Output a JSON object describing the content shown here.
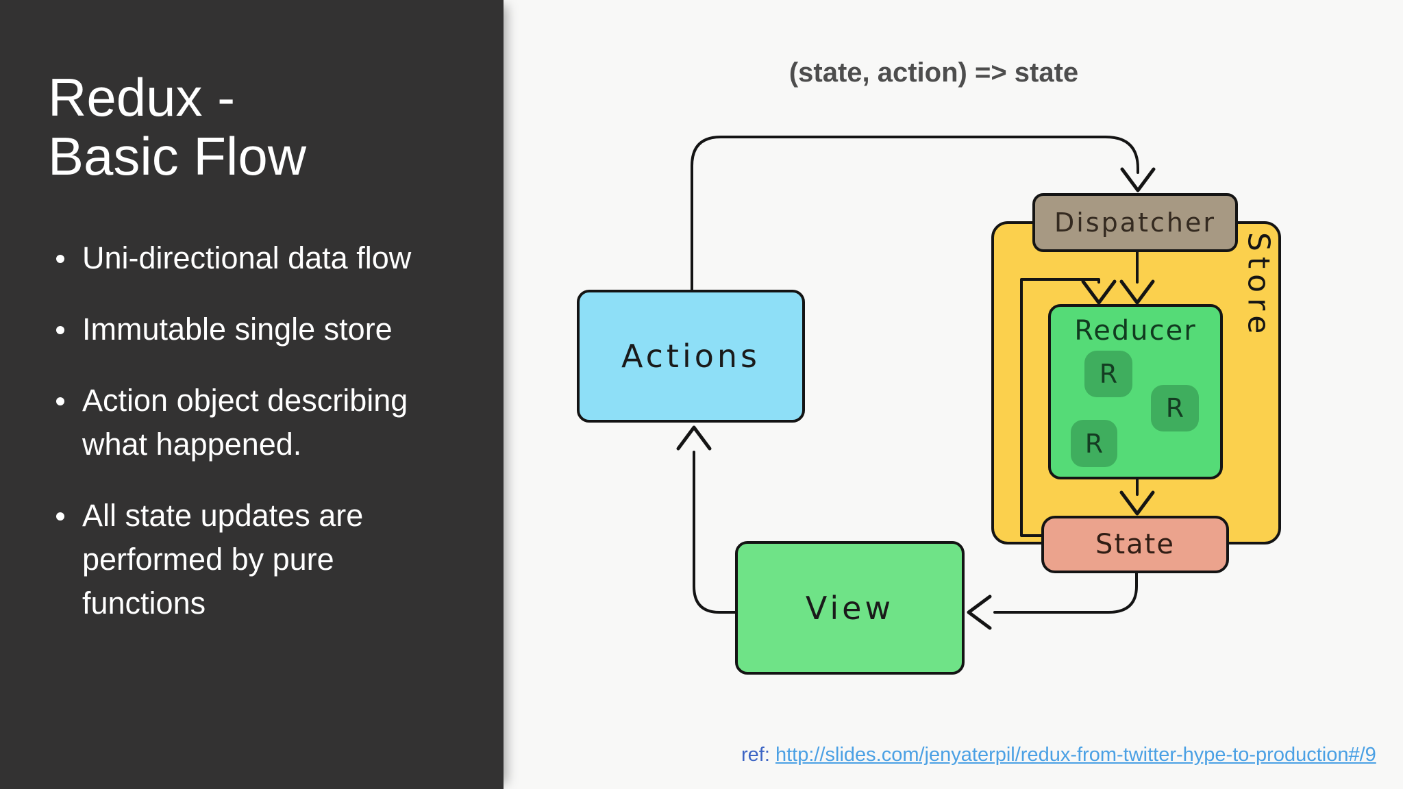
{
  "sidebar": {
    "title": {
      "line1": "Redux -",
      "line2": "Basic Flow"
    },
    "bullets": [
      "Uni-directional data flow",
      "Immutable single store",
      "Action object describing\nwhat happened.",
      "All state updates are\nperformed by pure\nfunctions"
    ]
  },
  "annotation": {
    "text": "(state, action) => state"
  },
  "diagram": {
    "actions": {
      "label": "Actions",
      "color": "#8edff7"
    },
    "view": {
      "label": "View",
      "color": "#6fe387"
    },
    "store": {
      "label": "Store",
      "color": "#fbd04d"
    },
    "dispatcher": {
      "label": "Dispatcher",
      "color": "#a79983"
    },
    "reducer": {
      "label": "Reducer",
      "color": "#55db77",
      "chips": [
        "R",
        "R",
        "R"
      ],
      "chip_color": "#3fae5e"
    },
    "state": {
      "label": "State",
      "color": "#eba38d"
    }
  },
  "footer": {
    "ref_label": "ref:",
    "link_text": "http://slides.com/jenyaterpil/redux-from-twitter-hype-to-production#/9"
  },
  "colors": {
    "sidebar_bg": "#333232",
    "canvas_bg": "#f8f8f7",
    "sidebar_text": "#ffffff",
    "line": "#141414",
    "annotation_text": "#4d4d4d",
    "ref_text": "#3c64c4",
    "link_text_color": "#4aa0e4"
  }
}
